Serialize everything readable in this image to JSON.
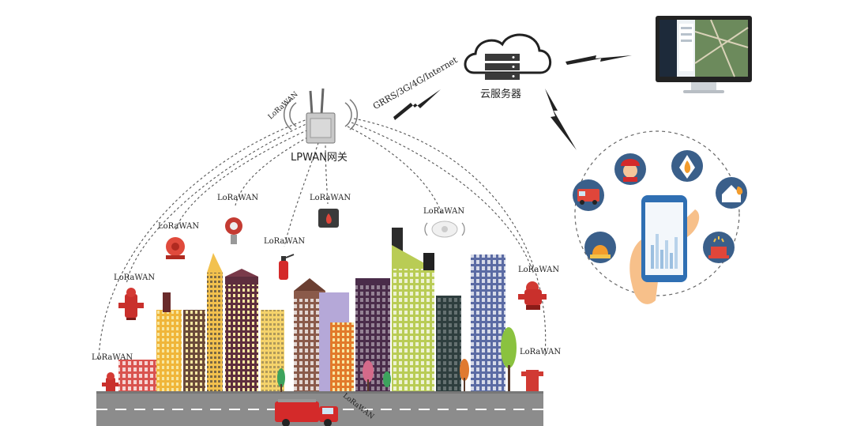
{
  "gateway": {
    "label": "LPWAN网关"
  },
  "cloud": {
    "label": "云服务器"
  },
  "network_link": {
    "label": "GRRS/3G/4G/Internet"
  },
  "lora_labels": {
    "top": "LoRaWAN",
    "left_far": "LoRaWAN",
    "left_mid": "LoRaWAN",
    "alarm_bell": "LoRaWAN",
    "gas_detector": "LoRaWAN",
    "extinguisher": "LoRaWAN",
    "fire_panel": "LoRaWAN",
    "smoke_detector": "LoRaWAN",
    "right_hydrant": "LoRaWAN",
    "right_bottom": "LoRaWAN",
    "truck": "LoRaWAN"
  },
  "app_icons": [
    "firefighter-icon",
    "fire-icon",
    "house-fire-icon",
    "beacon-icon",
    "alarm-light-icon",
    "fire-truck-icon"
  ],
  "colors": {
    "dash": "#555555",
    "accent_blue": "#2b5aa8",
    "fire_red": "#d42a2a",
    "road": "#8c8c8c",
    "icon_blue": "#3a5f8a"
  }
}
